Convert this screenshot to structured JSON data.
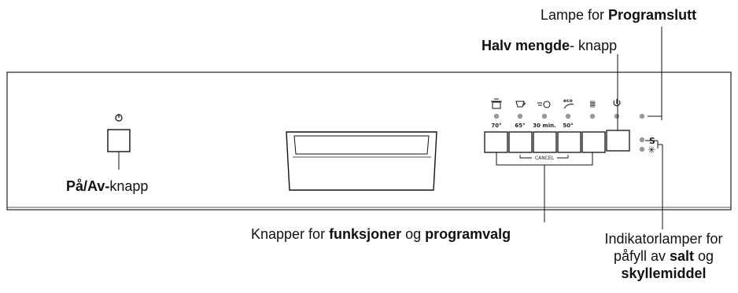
{
  "callouts": {
    "end_lamp": {
      "prefix": "Lampe for ",
      "bold": "Programslutt"
    },
    "half_load": {
      "bold": "Halv mengde",
      "suffix": "- knapp"
    },
    "power": {
      "bold": "På/Av-",
      "suffix": "knapp"
    },
    "function_buttons": {
      "prefix": "Knapper for ",
      "bold1": "funksjoner",
      "middle": " og ",
      "bold2": "programvalg"
    },
    "indicators": {
      "line1": "Indikatorlamper for",
      "line2_prefix": "påfyll av ",
      "line2_bold": "salt",
      "line2_suffix": " og",
      "line3_bold": "skyllemiddel"
    }
  },
  "panel": {
    "program_temps": [
      "70°",
      "65°",
      "30 min.",
      "50°"
    ],
    "cancel_label": "CANCEL",
    "salt_symbol": "S",
    "rinse_symbol": "✳",
    "power_symbol": "⏻",
    "icons": [
      "pot-icon",
      "cup-icon",
      "quick-wash-icon",
      "eco-icon",
      "half-load-icon",
      "end-power-icon"
    ]
  }
}
